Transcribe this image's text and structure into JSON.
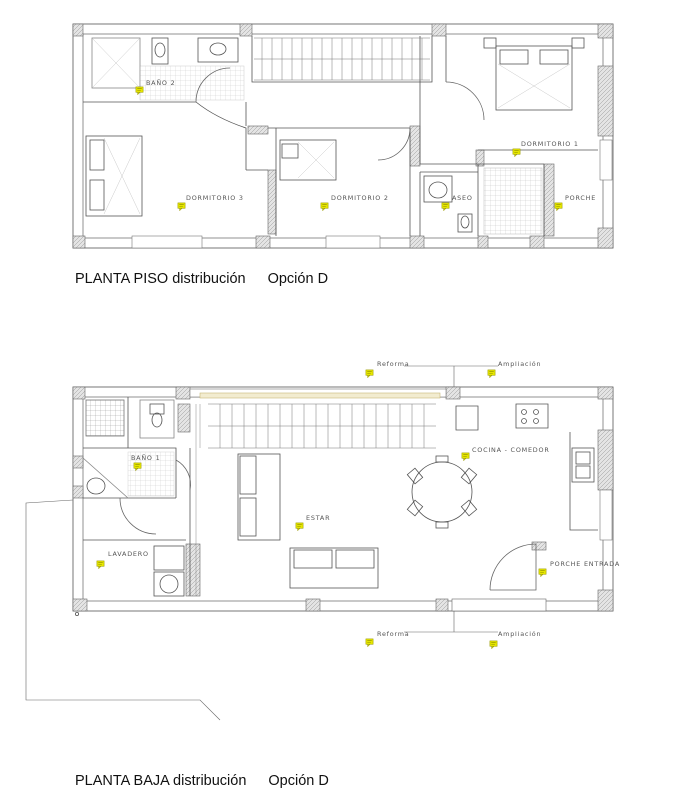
{
  "captions": {
    "upper_plan": "PLANTA PISO distribución",
    "upper_option": "Opción D",
    "lower_plan": "PLANTA BAJA distribución",
    "lower_option": "Opción D"
  },
  "upper_rooms": {
    "bano2": "BAÑO 2",
    "dormitorio1": "DORMITORIO 1",
    "dormitorio2": "DORMITORIO 2",
    "dormitorio3": "DORMITORIO 3",
    "aseo": "ASEO",
    "porche": "PORCHE"
  },
  "lower_rooms": {
    "bano1": "BAÑO 1",
    "lavadero": "LAVADERO",
    "estar": "ESTAR",
    "cocina_comedor": "COCINA - COMEDOR",
    "porche_entrada": "PORCHE ENTRADA"
  },
  "notes": {
    "reforma_top": "Reforma",
    "ampliacion_top": "Ampliación",
    "reforma_bottom": "Reforma",
    "ampliacion_bottom": "Ampliación"
  },
  "colors": {
    "wall_fill": "#d6d6d6",
    "line": "#555555",
    "marker": "#e6e600",
    "stair_edge": "#c8b878"
  }
}
